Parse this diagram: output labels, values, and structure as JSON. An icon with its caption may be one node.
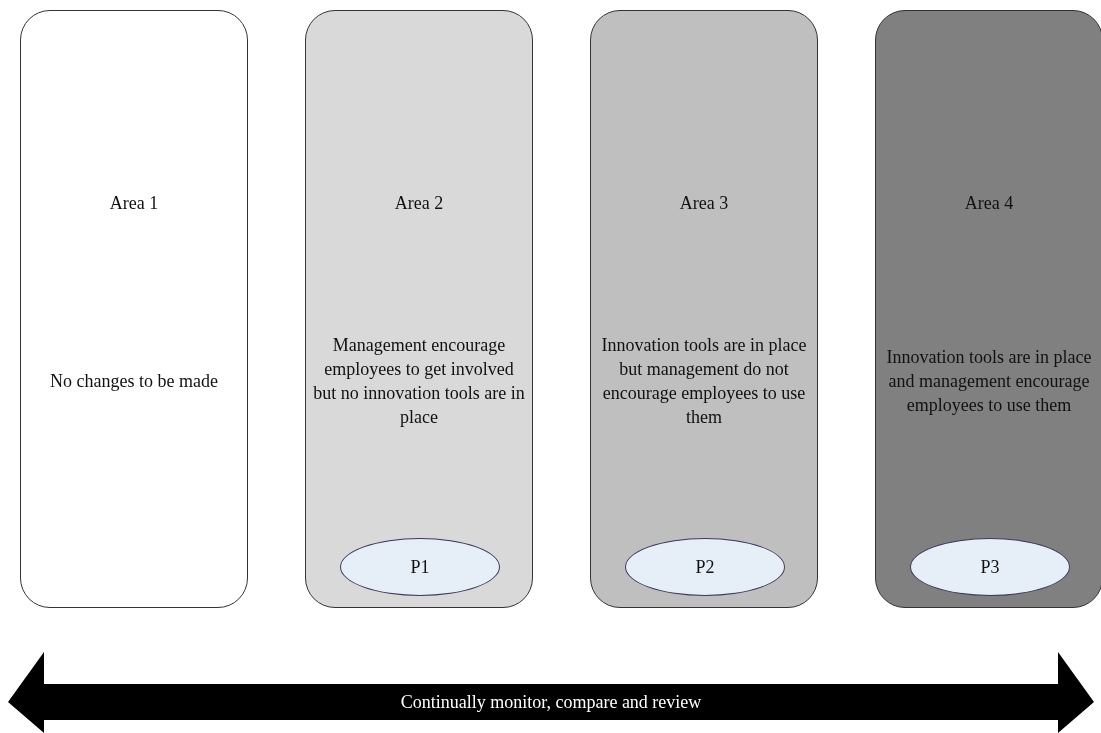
{
  "diagram": {
    "nodes": [
      {
        "text": [
          "Area 1",
          "No changes to be made"
        ]
      },
      {
        "text": [
          "Area 2",
          "Management encourage employees to get involved but no innovation tools are in place"
        ]
      },
      {
        "text": [
          "P1"
        ],
        "in": 1
      },
      {
        "text": [
          "Area 3",
          "Innovation tools are in place but management do not encourage employees to use them"
        ]
      },
      {
        "text": [
          "P2"
        ],
        "in": 3
      },
      {
        "text": [
          "Area 4",
          "Innovation tools are in place and management encourage employees to use them"
        ]
      },
      {
        "text": [
          "P3"
        ],
        "in": 5
      },
      {
        "text": [
          "Continually monitor, compare and review"
        ]
      }
    ]
  }
}
